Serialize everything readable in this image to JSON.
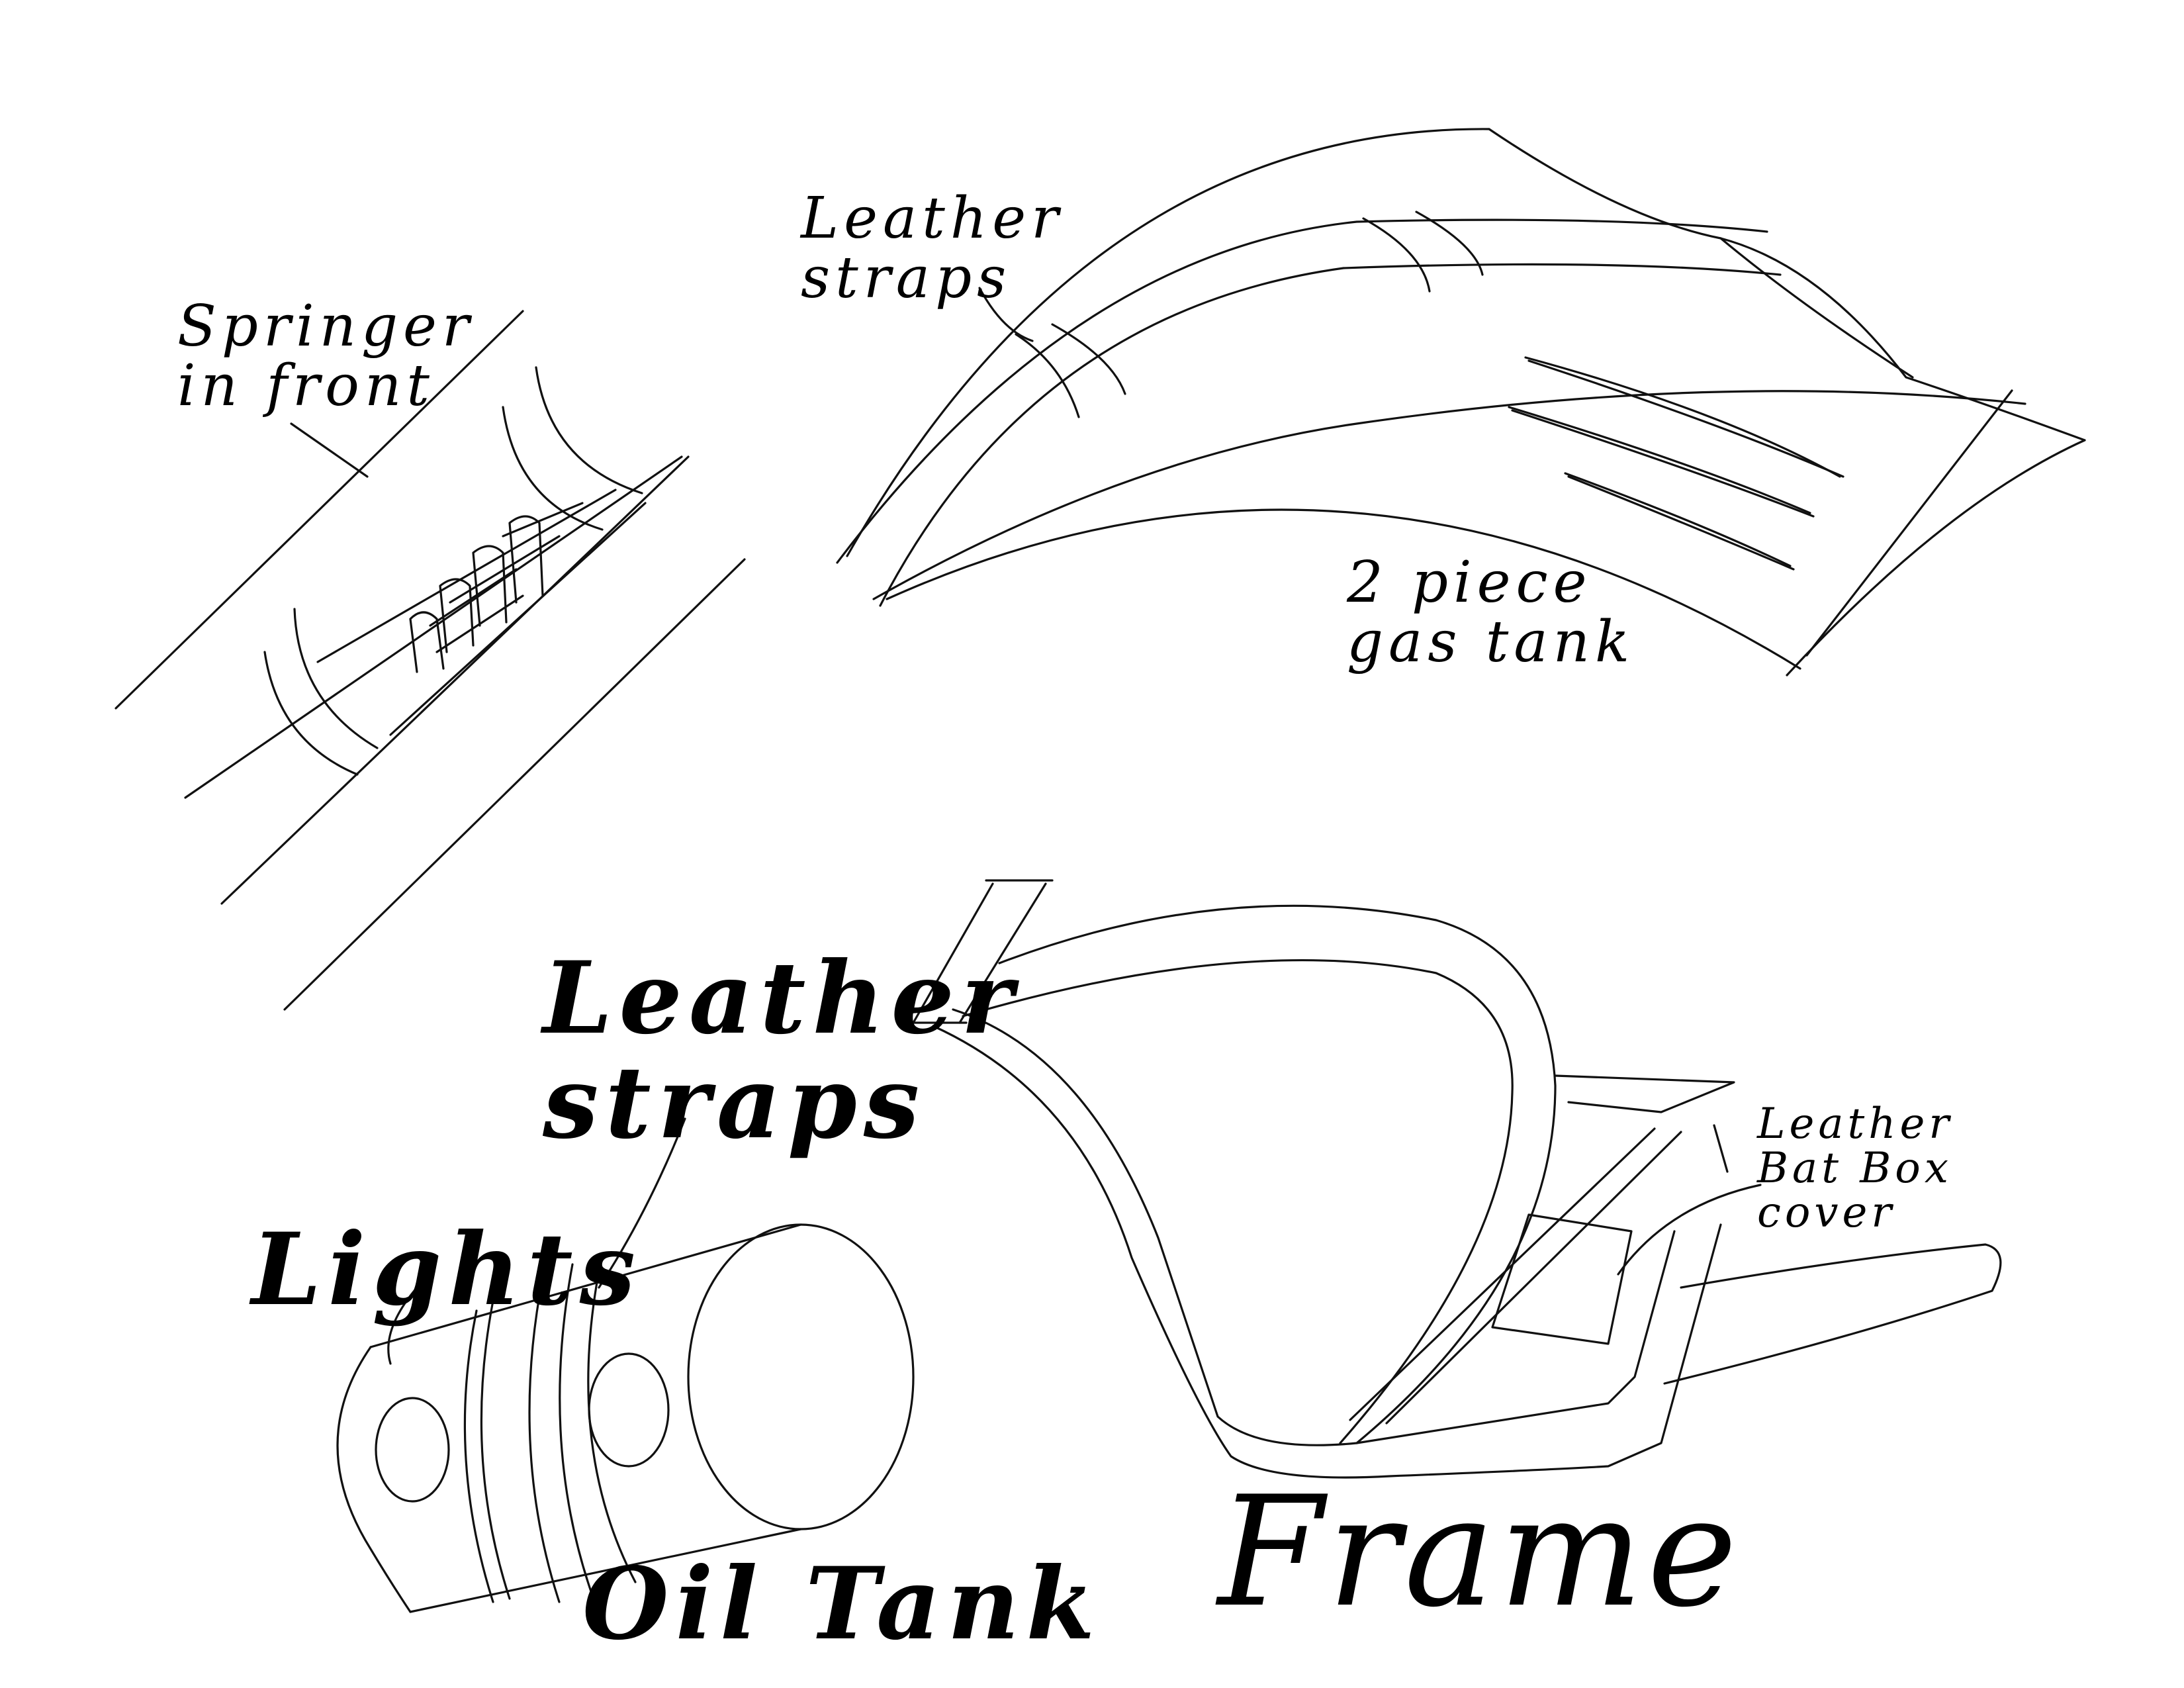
{
  "labels": {
    "springer": "Springer\nin front",
    "leather_straps_top": "Leather\nstraps",
    "gas_tank": "2 piece\ngas tank",
    "leather_straps_bottom": "Leather\nstraps",
    "lights": "Lights",
    "oil_tank": "Oil Tank",
    "frame": "Frame",
    "bat_box": "Leather\nBat Box\ncover"
  }
}
